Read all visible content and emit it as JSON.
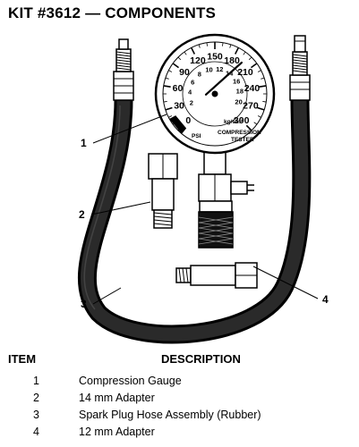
{
  "title": "KIT #3612 — COMPONENTS",
  "gauge": {
    "outer_scale": [
      "0",
      "30",
      "60",
      "90",
      "120",
      "150",
      "180",
      "210",
      "240",
      "270",
      "300"
    ],
    "inner_scale": [
      "2",
      "4",
      "6",
      "8",
      "10",
      "12",
      "14",
      "16",
      "18",
      "20"
    ],
    "outer_unit": "PSI",
    "inner_unit": "kg/cm²",
    "label_line1": "COMPRESSION",
    "label_line2": "TESTER",
    "needle_psi": 195
  },
  "callouts": [
    "1",
    "2",
    "3",
    "4"
  ],
  "table": {
    "header_item": "ITEM",
    "header_description": "DESCRIPTION",
    "rows": [
      {
        "item": "1",
        "description": "Compression Gauge"
      },
      {
        "item": "2",
        "description": "14 mm Adapter"
      },
      {
        "item": "3",
        "description": "Spark Plug Hose Assembly (Rubber)"
      },
      {
        "item": "4",
        "description": "12 mm Adapter"
      }
    ]
  }
}
